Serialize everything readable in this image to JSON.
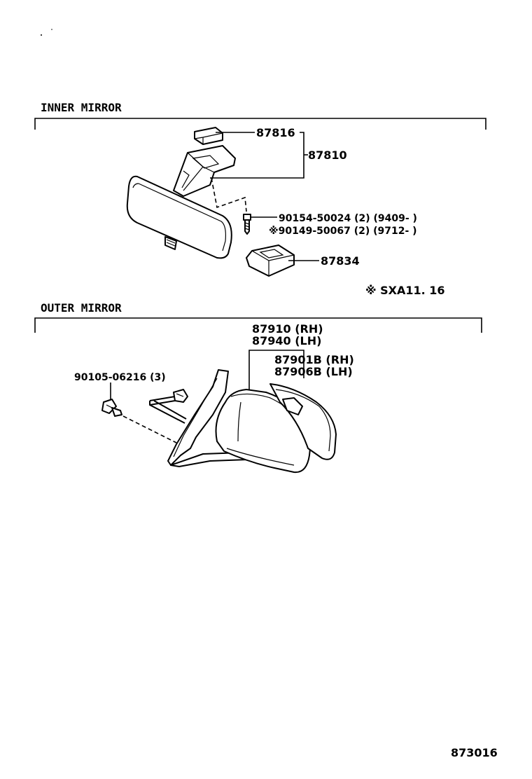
{
  "sections": {
    "inner_title": "INNER MIRROR",
    "outer_title": "OUTER MIRROR"
  },
  "inner": {
    "p87816": "87816",
    "p87810": "87810",
    "bolt1": "90154-50024 (2) (9409-        )",
    "bolt2": "※90149-50067 (2) (9712-        )",
    "p87834": "87834",
    "note": "※ SXA11. 16"
  },
  "outer": {
    "rh_assy": "87910 (RH)",
    "lh_assy": "87940 (LH)",
    "rh_glass": "87901B (RH)",
    "lh_glass": "87906B (LH)",
    "screw": "90105-06216 (3)"
  },
  "figure_id": "873016"
}
